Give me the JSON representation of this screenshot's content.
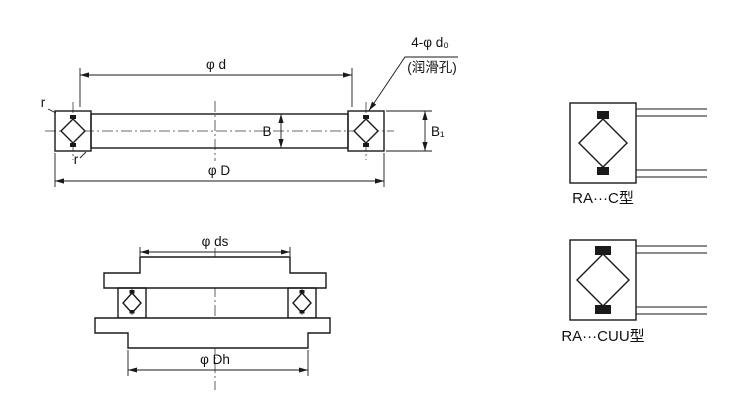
{
  "main_view": {
    "dim_d_label": "φ d",
    "holes_label": "4-φ d₀",
    "holes_note": "(润滑孔)",
    "dim_B_label": "B",
    "dim_B1_label": "B₁",
    "dim_D_label": "φ D",
    "fillet_r_top": "r",
    "fillet_r_bottom": "r"
  },
  "mounting_view": {
    "dim_ds_label": "φ ds",
    "dim_Dh_label": "φ Dh"
  },
  "details": [
    {
      "label": "RA···C型"
    },
    {
      "label": "RA···CUU型"
    }
  ],
  "colors": {
    "line": "#1a1a1a",
    "section_shade": "#c7c7c7",
    "background": "#ffffff"
  }
}
